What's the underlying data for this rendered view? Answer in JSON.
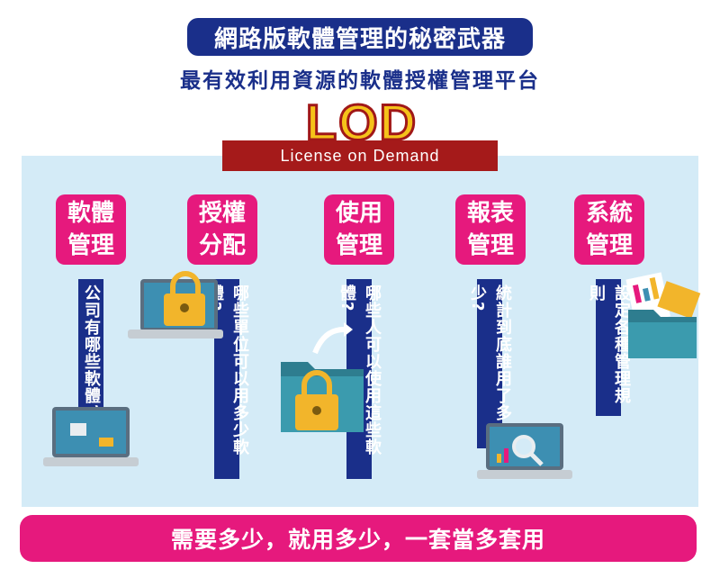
{
  "header": {
    "title": "網路版軟體管理的秘密武器",
    "subtitle": "最有效利用資源的軟體授權管理平台"
  },
  "logo": {
    "mark": "LOD",
    "tagline": "License on Demand",
    "colors": {
      "fill": "#f5c21a",
      "outline": "#a01818",
      "bar": "#a51a1a"
    }
  },
  "categories": [
    {
      "line1": "軟體",
      "line2": "管理",
      "desc": "公司有哪些軟體?",
      "icon": "laptop-icon"
    },
    {
      "line1": "授權",
      "line2": "分配",
      "desc": "哪些單位可以用多少軟體?",
      "icon": "laptop-lock-icon"
    },
    {
      "line1": "使用",
      "line2": "管理",
      "desc": "哪些人可以使用這些軟體?",
      "icon": "folder-lock-icon"
    },
    {
      "line1": "報表",
      "line2": "管理",
      "desc": "統計到底誰用了多少?",
      "icon": "laptop-report-icon"
    },
    {
      "line1": "系統",
      "line2": "管理",
      "desc": "設定各種管理規則",
      "icon": "folder-documents-icon"
    }
  ],
  "footer": {
    "text": "需要多少，就用多少，一套當多套用"
  },
  "colors": {
    "navy": "#1a2f8a",
    "magenta": "#e6197d",
    "panel": "#d4ebf7"
  }
}
